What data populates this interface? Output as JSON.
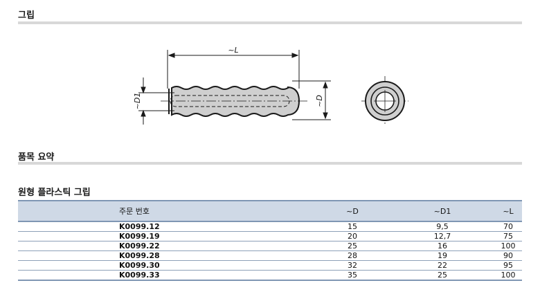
{
  "sections": {
    "grip": "그립",
    "summary": "품목 요약",
    "table_title": "원형 플라스틱 그립"
  },
  "drawing": {
    "label_L": "~L",
    "label_D1": "~D1",
    "label_D": "~D"
  },
  "table": {
    "headers": [
      "주문 번호",
      "~D",
      "~D1",
      "~L"
    ],
    "rows": [
      [
        "K0099.12",
        "15",
        "9,5",
        "70"
      ],
      [
        "K0099.19",
        "20",
        "12,7",
        "75"
      ],
      [
        "K0099.22",
        "25",
        "16",
        "100"
      ],
      [
        "K0099.28",
        "28",
        "19",
        "90"
      ],
      [
        "K0099.30",
        "32",
        "22",
        "95"
      ],
      [
        "K0099.33",
        "35",
        "25",
        "100"
      ]
    ]
  },
  "colors": {
    "header_bg": "#cfd9e6",
    "rule": "#d8d8d8",
    "grip_fill": "#cfcfcf",
    "grip_outline": "#1a1a1a"
  }
}
